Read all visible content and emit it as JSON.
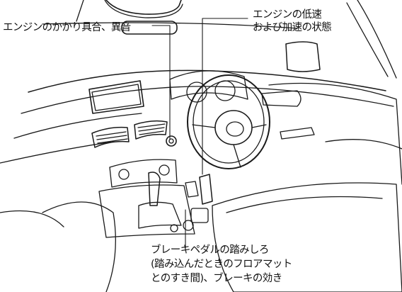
{
  "labels": {
    "engine_start": "エンジンのかかり具合、異音",
    "engine_accel_line1": "エンジンの低速",
    "engine_accel_line2": "および加速の状態",
    "brake_line1": "ブレーキペダルの踏みしろ",
    "brake_line2": "(踏み込んだときのフロアマット",
    "brake_line3": "とのすき間)、ブレーキの効き"
  }
}
